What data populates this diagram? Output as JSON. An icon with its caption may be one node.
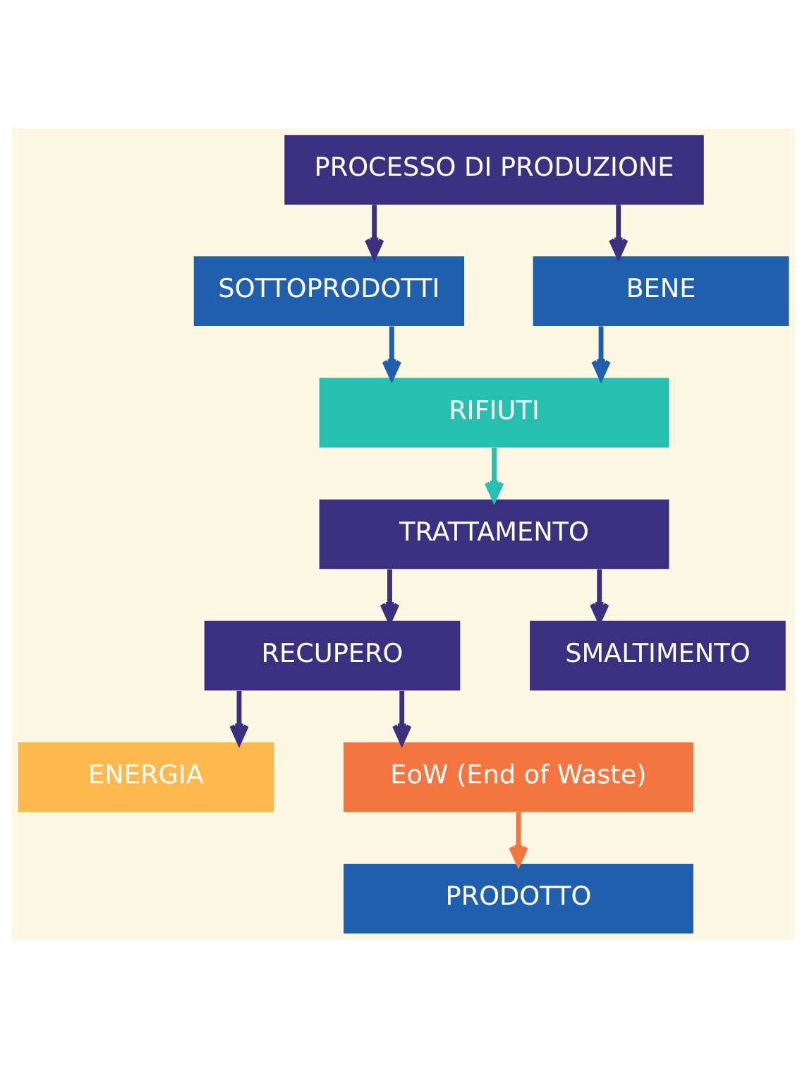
{
  "diagram": {
    "nodes": [
      {
        "text": [
          "PROCESSO DI PRODUZIONE"
        ]
      },
      {
        "text": [
          "SOTTOPRODOTTI"
        ]
      },
      {
        "text": [
          "BENE"
        ]
      },
      {
        "text": [
          "RIFIUTI"
        ]
      },
      {
        "text": [
          "TRATTAMENTO"
        ]
      },
      {
        "text": [
          "RECUPERO"
        ]
      },
      {
        "text": [
          "SMALTIMENTO"
        ]
      },
      {
        "text": [
          "ENERGIA"
        ]
      },
      {
        "text": [
          "EoW (End of Waste)"
        ]
      },
      {
        "text": [
          "PRODOTTO"
        ]
      }
    ],
    "edges": [
      {
        "from": 0,
        "to": 1,
        "arrow": "to"
      },
      {
        "from": 0,
        "to": 2,
        "arrow": "to"
      },
      {
        "from": 1,
        "to": 3,
        "arrow": "to",
        "color": "#1f5fad"
      },
      {
        "from": 2,
        "to": 3,
        "arrow": "to",
        "color": "#1f5fad"
      },
      {
        "from": 3,
        "to": 4,
        "arrow": "to",
        "color": "#26bfb0"
      },
      {
        "from": 4,
        "to": 5,
        "arrow": "to"
      },
      {
        "from": 4,
        "to": 6,
        "arrow": "to"
      },
      {
        "from": 5,
        "to": 7,
        "arrow": "to"
      },
      {
        "from": 5,
        "to": 8,
        "arrow": "to"
      },
      {
        "from": 8,
        "to": 9,
        "arrow": "to",
        "color": "#f47540"
      }
    ]
  }
}
